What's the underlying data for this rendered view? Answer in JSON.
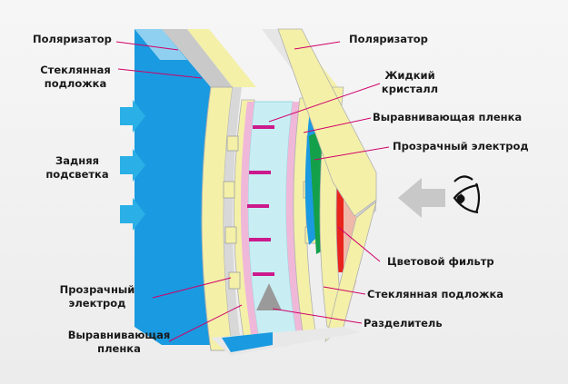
{
  "labels": {
    "polarizer_left": "Поляризатор",
    "glass_substrate_left": [
      "Стеклянная",
      "подложка"
    ],
    "backlight": [
      "Задняя",
      "подсветка"
    ],
    "transparent_electrode_left": [
      "Прозрачный",
      "электрод"
    ],
    "alignment_film_left": [
      "Выравнивающая",
      "пленка"
    ],
    "polarizer_right": "Поляризатор",
    "liquid_crystal": [
      "Жидкий",
      "кристалл"
    ],
    "alignment_film_right": "Выравнивающая пленка",
    "transparent_electrode_right": "Прозрачный электрод",
    "color_filter": "Цветовой фильтр",
    "glass_substrate_right": "Стеклянная подложка",
    "spacer": "Разделитель"
  },
  "colors": {
    "polarizer": "#1a9ae0",
    "glass": "#f4f0a8",
    "edge_grey": "#b8b8b8",
    "liquid_crystal": "#c8eef4",
    "alignment_film": "#f0b8d8",
    "crystal_marks": "#cc1a8c",
    "filter_red": "#e8241c",
    "filter_green": "#14a04a",
    "arrow_blue": "#2ab0e6",
    "arrow_grey": "#c8c8c8",
    "line": "#d0006a"
  },
  "icons": [
    "backlight-arrow-icon",
    "viewer-arrow-icon",
    "eye-icon"
  ]
}
